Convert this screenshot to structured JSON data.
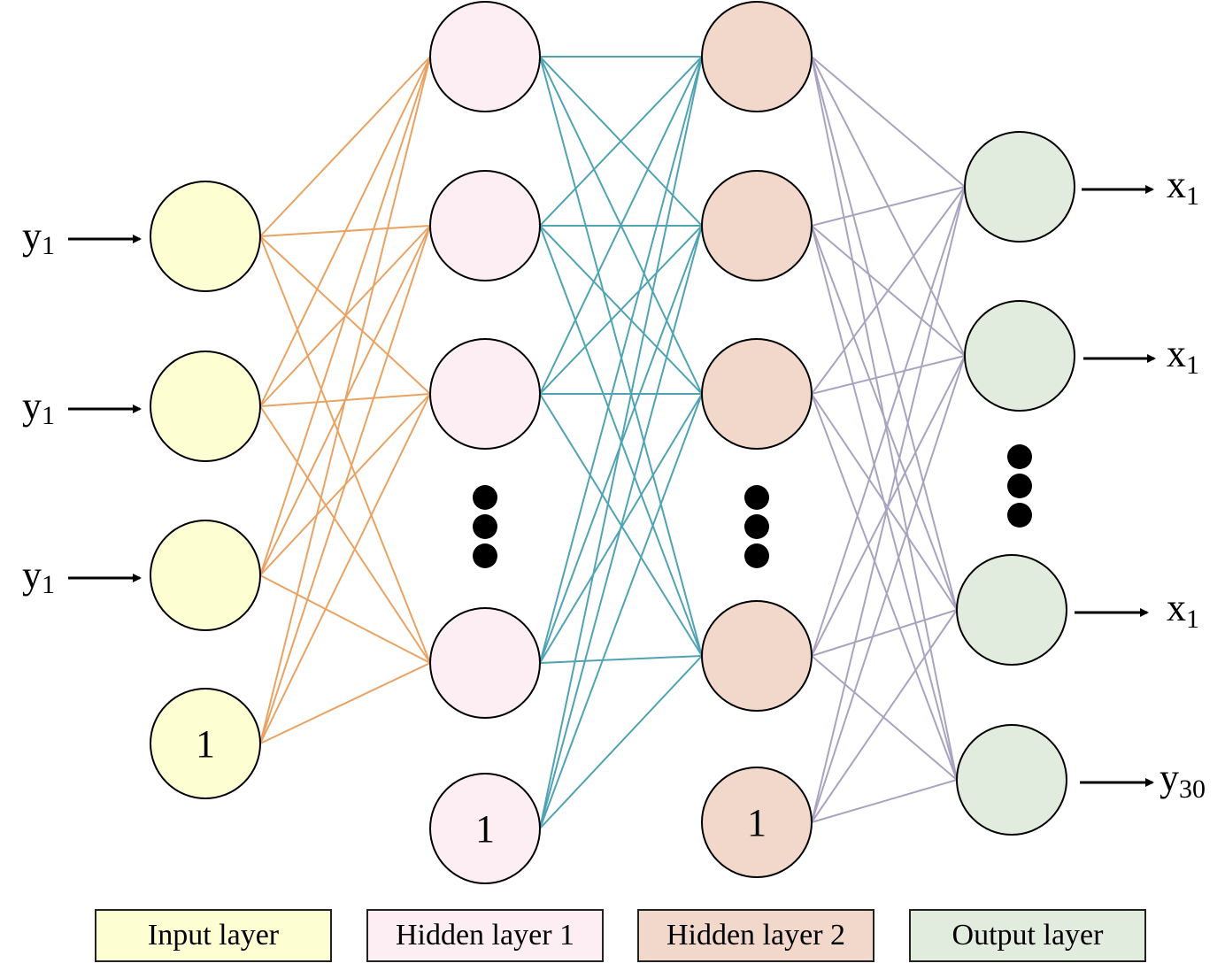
{
  "diagram": {
    "title": "",
    "type": "feedforward-neural-network",
    "layers": [
      {
        "id": "input",
        "name": "Input layer",
        "fill": "#fefed3",
        "edge_color": "#e8a363",
        "nodes": [
          {
            "label": "",
            "bias": false
          },
          {
            "label": "",
            "bias": false
          },
          {
            "label": "",
            "bias": false
          },
          {
            "label": "1",
            "bias": true
          }
        ],
        "ellipsis_after": null
      },
      {
        "id": "hidden1",
        "name": "Hidden layer 1",
        "fill": "#fdeef3",
        "edge_color": "#4fa3b3",
        "nodes": [
          {
            "label": "",
            "bias": false
          },
          {
            "label": "",
            "bias": false
          },
          {
            "label": "",
            "bias": false
          },
          {
            "label": "",
            "bias": false
          },
          {
            "label": "1",
            "bias": true
          }
        ],
        "ellipsis_after": 2
      },
      {
        "id": "hidden2",
        "name": "Hidden layer 2",
        "fill": "#f2d8cb",
        "edge_color": "#a9a3c0",
        "nodes": [
          {
            "label": "",
            "bias": false
          },
          {
            "label": "",
            "bias": false
          },
          {
            "label": "",
            "bias": false
          },
          {
            "label": "",
            "bias": false
          },
          {
            "label": "1",
            "bias": true
          }
        ],
        "ellipsis_after": 2
      },
      {
        "id": "output",
        "name": "Output layer",
        "fill": "#e1ecdf",
        "edge_color": null,
        "nodes": [
          {
            "label": "",
            "bias": false
          },
          {
            "label": "",
            "bias": false
          },
          {
            "label": "",
            "bias": false
          },
          {
            "label": "",
            "bias": false
          }
        ],
        "ellipsis_after": 1
      }
    ],
    "inputs": [
      {
        "base": "y",
        "sub": "1"
      },
      {
        "base": "y",
        "sub": "1"
      },
      {
        "base": "y",
        "sub": "1"
      }
    ],
    "outputs": [
      {
        "base": "x",
        "sub": "1"
      },
      {
        "base": "x",
        "sub": "1"
      },
      {
        "base": "x",
        "sub": "1"
      },
      {
        "base": "y",
        "sub": "30"
      }
    ],
    "node_stroke": "#000000",
    "arrow_color": "#000000",
    "ellipsis_color": "#000000"
  },
  "legend": [
    {
      "label": "Input layer",
      "fill": "#fefed3"
    },
    {
      "label": "Hidden layer 1",
      "fill": "#fdeef3"
    },
    {
      "label": "Hidden layer 2",
      "fill": "#f2d8cb"
    },
    {
      "label": "Output layer",
      "fill": "#e1ecdf"
    }
  ]
}
